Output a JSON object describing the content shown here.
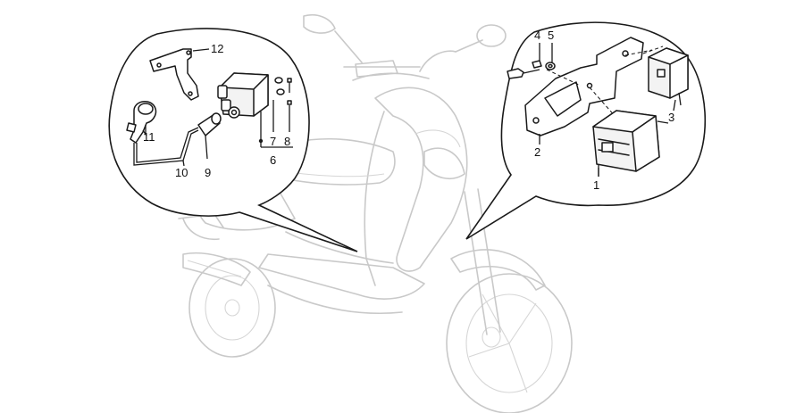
{
  "diagram": {
    "callouts_left": [
      {
        "id": "12",
        "text": "12"
      },
      {
        "id": "11",
        "text": "11"
      },
      {
        "id": "10",
        "text": "10"
      },
      {
        "id": "9",
        "text": "9"
      },
      {
        "id": "7",
        "text": "7"
      },
      {
        "id": "8",
        "text": "8"
      },
      {
        "id": "6",
        "text": "6"
      }
    ],
    "callouts_right": [
      {
        "id": "4",
        "text": "4"
      },
      {
        "id": "5",
        "text": "5"
      },
      {
        "id": "3",
        "text": "3"
      },
      {
        "id": "2",
        "text": "2"
      },
      {
        "id": "1",
        "text": "1"
      }
    ],
    "colors": {
      "ghost": "#c9c9c9",
      "ink": "#1a1a1a"
    }
  }
}
